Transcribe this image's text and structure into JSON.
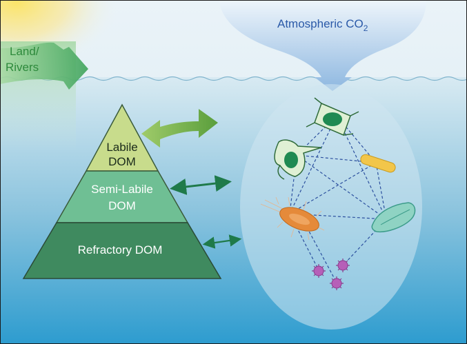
{
  "diagram": {
    "labels": {
      "atmosphere": "Atmospheric CO",
      "atmosphere_subscript": "2",
      "land_line1": "Land/",
      "land_line2": "Rivers",
      "labile_line1": "Labile",
      "labile_line2": "DOM",
      "semi_labile_line1": "Semi-Labile",
      "semi_labile_line2": "DOM",
      "refractory": "Refractory DOM"
    },
    "colors": {
      "ocean_top": "#cfe4ee",
      "ocean_bottom": "#2f9fd0",
      "labile": "#c8dc8c",
      "semi_labile": "#6fbf94",
      "refractory": "#3f8a5f",
      "flux_arrow": "#6aa84f",
      "exchange_arrow": "#1f7a4a",
      "atmosphere_plume": "#9ec4e6",
      "land_arrow": "#7cc47a",
      "microbe_web_line": "#2b4f9e"
    },
    "icons": [
      "sun-glow",
      "atmospheric-plume",
      "land-river-arrow",
      "microbial-community-sphere",
      "diatom",
      "dinoflagellate",
      "rod-bacterium",
      "flagellated-bacterium",
      "cyanobacterium",
      "virus"
    ]
  }
}
